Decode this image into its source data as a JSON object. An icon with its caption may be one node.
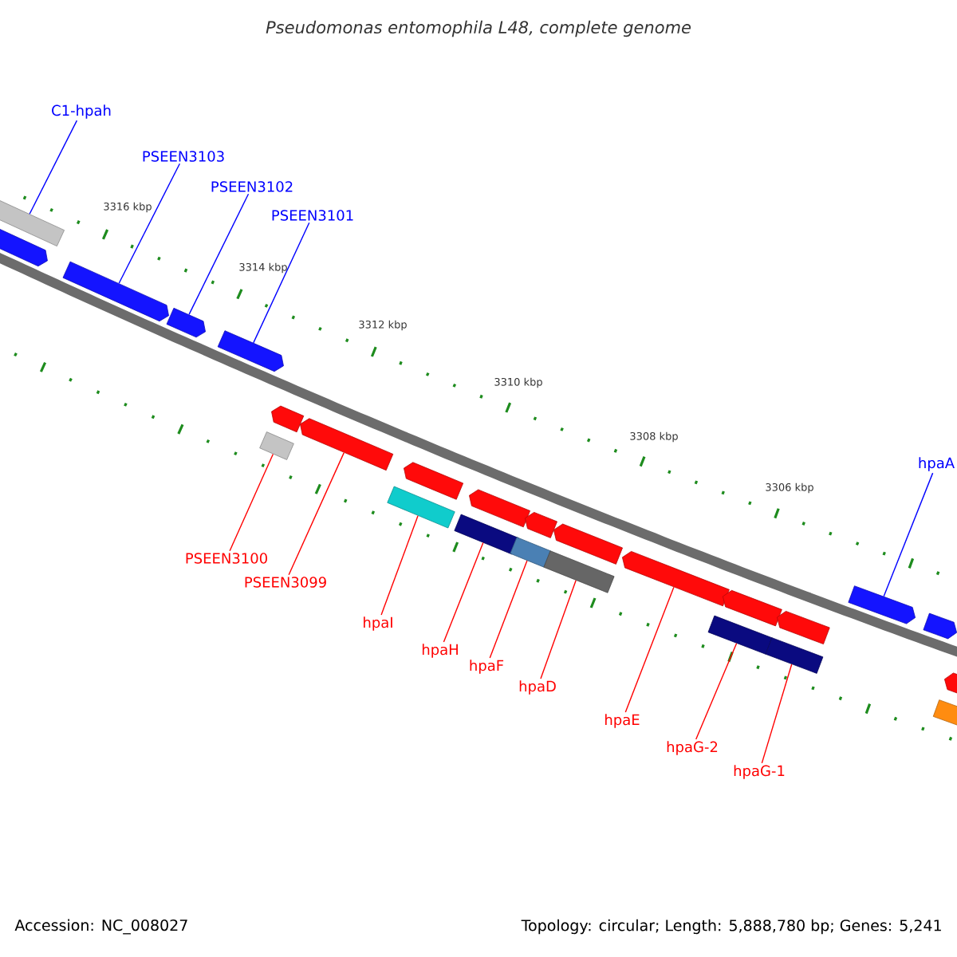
{
  "diagram": {
    "title": "Pseudomonas entomophila L48, complete genome",
    "nodes": [
      {
        "text": [
          "C1-hpah"
        ]
      },
      {
        "text": [
          "PSEEN3103"
        ]
      },
      {
        "text": [
          "PSEEN3102"
        ]
      },
      {
        "text": [
          "PSEEN3101"
        ]
      },
      {
        "text": [
          "PSEEN3100"
        ]
      },
      {
        "text": [
          "PSEEN3099"
        ]
      },
      {
        "text": [
          "hpaI"
        ]
      },
      {
        "text": [
          "hpaH"
        ]
      },
      {
        "text": [
          "hpaF"
        ]
      },
      {
        "text": [
          "hpaD"
        ]
      },
      {
        "text": [
          "hpaE"
        ]
      },
      {
        "text": [
          "hpaG-2"
        ]
      },
      {
        "text": [
          "hpaG-1"
        ]
      },
      {
        "text": [
          "hpaA"
        ]
      },
      {
        "text": [],
        "shape": "box"
      },
      {
        "text": [],
        "shape": "arrow"
      },
      {
        "text": [],
        "shape": "arrow"
      },
      {
        "text": [],
        "shape": "arrow"
      },
      {
        "text": [],
        "shape": "box"
      },
      {
        "text": [],
        "shape": "arrow"
      },
      {
        "text": [],
        "shape": "box"
      },
      {
        "text": [],
        "shape": "box"
      },
      {
        "text": [],
        "shape": "box"
      },
      {
        "text": [],
        "shape": "box"
      },
      {
        "text": [],
        "shape": "arrow"
      },
      {
        "text": [],
        "shape": "box"
      },
      {
        "text": [],
        "shape": "box"
      },
      {
        "text": [],
        "shape": "arrow"
      },
      {
        "text": [],
        "shape": "arrow"
      },
      {
        "text": [],
        "shape": "arrow"
      },
      {
        "text": [],
        "shape": "arrow"
      },
      {
        "text": [],
        "shape": "arrow"
      },
      {
        "text": [],
        "shape": "arrow"
      },
      {
        "text": [],
        "shape": "arrow"
      },
      {
        "text": [],
        "shape": "arrow"
      },
      {
        "text": [],
        "shape": "arrow"
      },
      {
        "text": [],
        "shape": "arrow"
      },
      {
        "text": [],
        "shape": "arrow"
      },
      {
        "text": [],
        "shape": "box"
      }
    ],
    "edges": [
      {
        "from": 0,
        "to": 14,
        "arrow": "none",
        "color": "#0000ff"
      },
      {
        "from": 1,
        "to": 15,
        "arrow": "none",
        "color": "#0000ff"
      },
      {
        "from": 2,
        "to": 16,
        "arrow": "none",
        "color": "#0000ff"
      },
      {
        "from": 3,
        "to": 17,
        "arrow": "none",
        "color": "#0000ff"
      },
      {
        "from": 4,
        "to": 18,
        "arrow": "none"
      },
      {
        "from": 5,
        "to": 19,
        "arrow": "none"
      },
      {
        "from": 6,
        "to": 20,
        "arrow": "none"
      },
      {
        "from": 7,
        "to": 21,
        "arrow": "none"
      },
      {
        "from": 8,
        "to": 22,
        "arrow": "none"
      },
      {
        "from": 9,
        "to": 23,
        "arrow": "none"
      },
      {
        "from": 10,
        "to": 24,
        "arrow": "none"
      },
      {
        "from": 11,
        "to": 25,
        "arrow": "none"
      },
      {
        "from": 12,
        "to": 26,
        "arrow": "none"
      },
      {
        "from": 13,
        "to": 27,
        "arrow": "none",
        "color": "#0000ff"
      }
    ],
    "labels": [
      "3316 kbp",
      "3314 kbp",
      "3312 kbp",
      "3310 kbp",
      "3308 kbp",
      "3306 kbp",
      "Accession: NC_008027",
      "Topology: circular; Length: 5,888,780 bp; Genes: 5,241"
    ]
  }
}
